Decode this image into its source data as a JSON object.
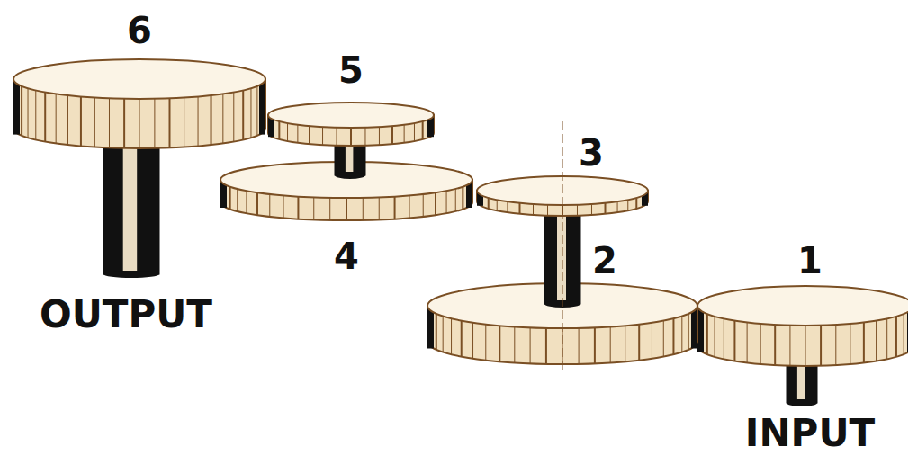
{
  "diagram": {
    "labels": [
      "6",
      "5",
      "3",
      "4",
      "2",
      "1",
      "OUTPUT",
      "INPUT"
    ]
  }
}
